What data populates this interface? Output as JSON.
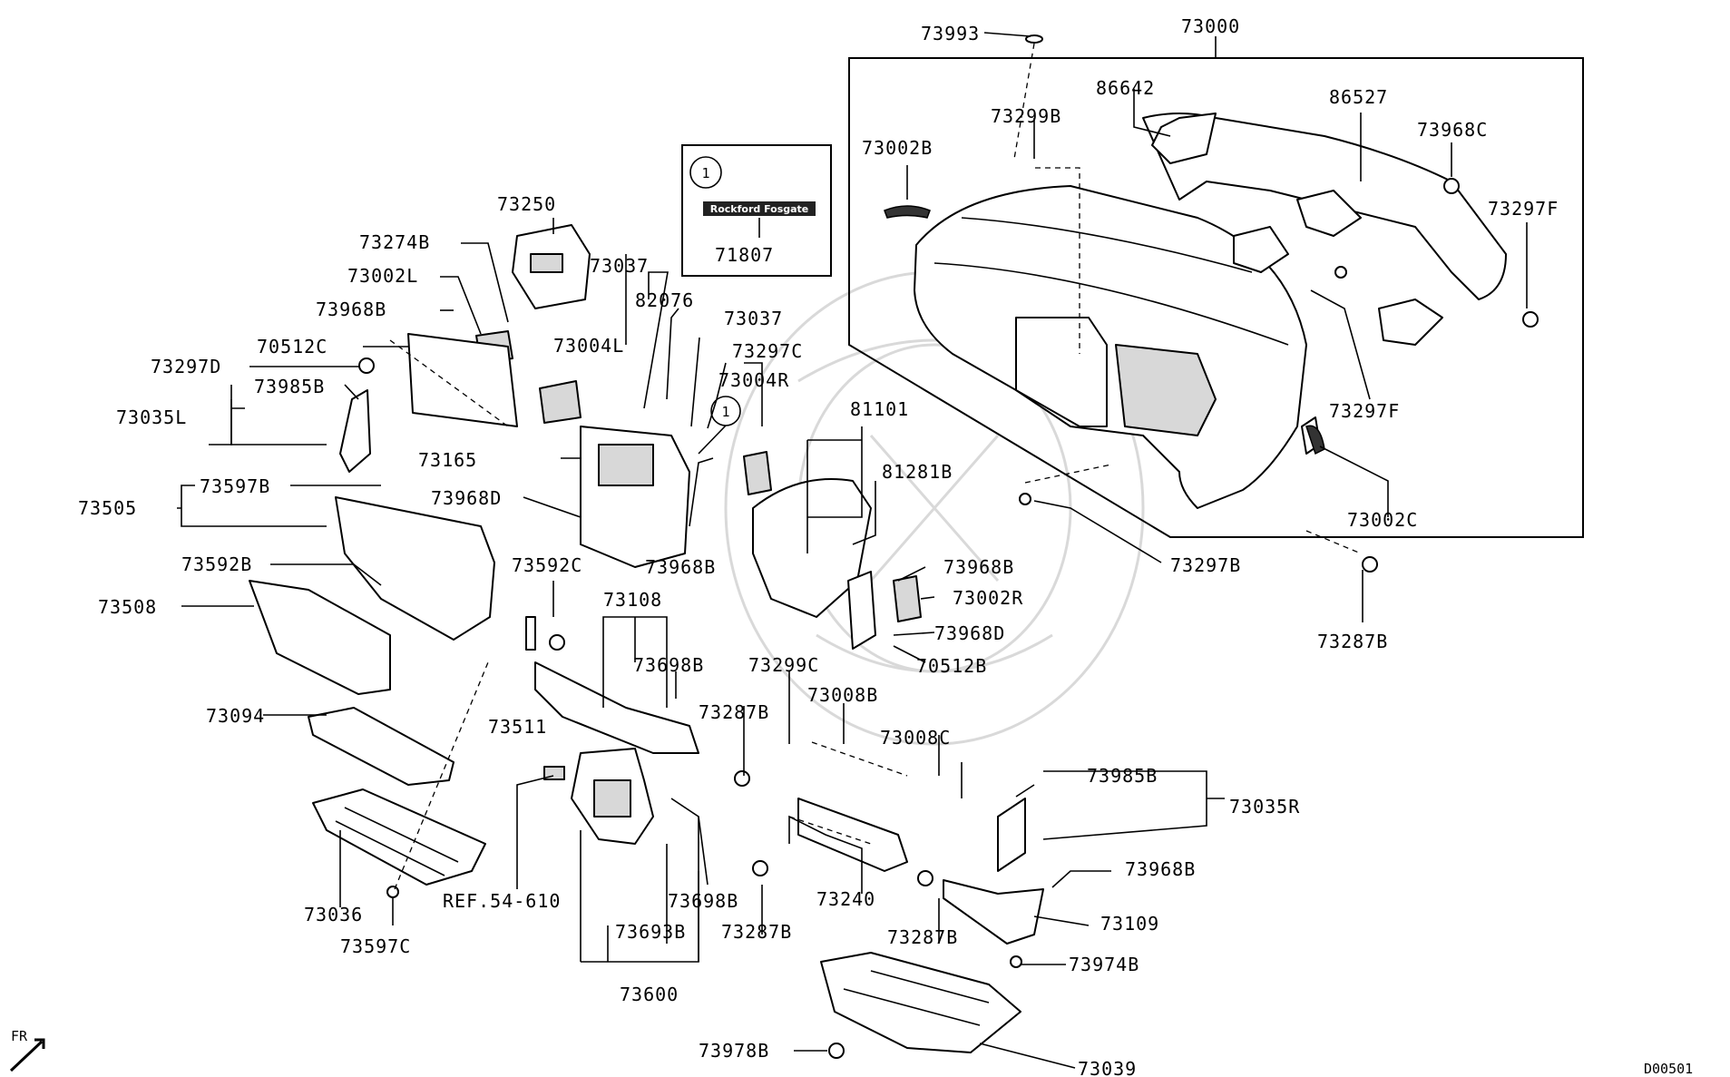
{
  "diagram": {
    "code": "D00501"
  },
  "direction": {
    "label": "FR"
  },
  "emblem": {
    "text": "Rockford Fosgate"
  },
  "callouts": {
    "inset": "1",
    "center": "1"
  },
  "labels": [
    {
      "text": "73993"
    },
    {
      "text": "73000"
    },
    {
      "text": "73299B"
    },
    {
      "text": "86642"
    },
    {
      "text": "86527"
    },
    {
      "text": "73968C"
    },
    {
      "text": "73002B"
    },
    {
      "text": "73297F"
    },
    {
      "text": "73297F"
    },
    {
      "text": "73002C"
    },
    {
      "text": "73297B"
    },
    {
      "text": "73287B"
    },
    {
      "text": "73250"
    },
    {
      "text": "73274B"
    },
    {
      "text": "73002L"
    },
    {
      "text": "73968B"
    },
    {
      "text": "70512C"
    },
    {
      "text": "73297D"
    },
    {
      "text": "73985B"
    },
    {
      "text": "73035L"
    },
    {
      "text": "73597B"
    },
    {
      "text": "73505"
    },
    {
      "text": "73592B"
    },
    {
      "text": "73508"
    },
    {
      "text": "73094"
    },
    {
      "text": "73036"
    },
    {
      "text": "73597C"
    },
    {
      "text": "73037"
    },
    {
      "text": "82076"
    },
    {
      "text": "73037"
    },
    {
      "text": "73004L"
    },
    {
      "text": "73297C"
    },
    {
      "text": "73004R"
    },
    {
      "text": "73165"
    },
    {
      "text": "73968D"
    },
    {
      "text": "73968B"
    },
    {
      "text": "81101"
    },
    {
      "text": "81281B"
    },
    {
      "text": "73968B"
    },
    {
      "text": "73002R"
    },
    {
      "text": "73968D"
    },
    {
      "text": "70512B"
    },
    {
      "text": "73592C"
    },
    {
      "text": "73108"
    },
    {
      "text": "73698B"
    },
    {
      "text": "73299C"
    },
    {
      "text": "73287B"
    },
    {
      "text": "73008B"
    },
    {
      "text": "73008C"
    },
    {
      "text": "73511"
    },
    {
      "text": "REF.54-610"
    },
    {
      "text": "73698B"
    },
    {
      "text": "73693B"
    },
    {
      "text": "73287B"
    },
    {
      "text": "73240"
    },
    {
      "text": "73600"
    },
    {
      "text": "73287B"
    },
    {
      "text": "73985B"
    },
    {
      "text": "73035R"
    },
    {
      "text": "73968B"
    },
    {
      "text": "73109"
    },
    {
      "text": "73974B"
    },
    {
      "text": "73978B"
    },
    {
      "text": "73039"
    },
    {
      "text": "71807"
    }
  ]
}
